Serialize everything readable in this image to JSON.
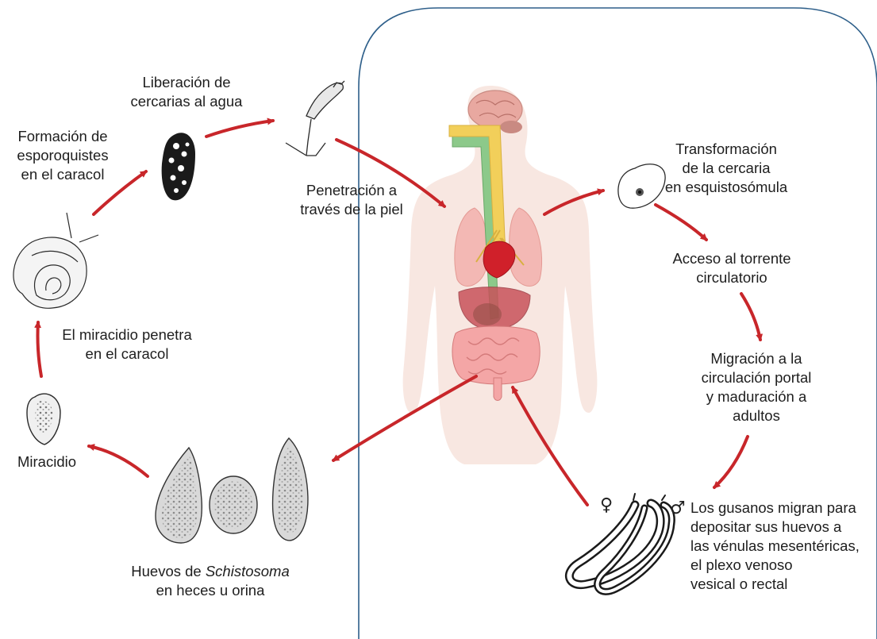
{
  "labels": {
    "sporocysts": [
      "Formación de",
      "esporoquistes",
      "en el caracol"
    ],
    "cercariae_release": [
      "Liberación de",
      "cercarias al agua"
    ],
    "skin_penetration": [
      "Penetración a",
      "través de la piel"
    ],
    "transformation": [
      "Transformación",
      "de la cercaria",
      "en esquistosómula"
    ],
    "bloodstream": [
      "Acceso al torrente",
      "circulatorio"
    ],
    "portal_migration": [
      "Migración a la",
      "circulación portal",
      "y maduración a",
      "adultos"
    ],
    "worms_migrate": [
      "Los gusanos migran para",
      "depositar sus huevos a",
      "las vénulas mesentéricas,",
      "el plexo venoso",
      "vesical o rectal"
    ],
    "miracidium_penetrates": [
      "El miracidio penetra",
      "en el caracol"
    ],
    "miracidium": "Miracidio",
    "eggs_prefix": "Huevos de ",
    "eggs_genus": "Schistosoma",
    "eggs_line2": "en heces u orina",
    "female_symbol": "♀",
    "male_symbol": "♂"
  },
  "colors": {
    "arrow": "#c8262a",
    "host_border": "#2e5f8a",
    "body_fill": "#f7e3dc",
    "lungs": "#f3b8b4",
    "heart": "#d0202a",
    "liver": "#c8525a",
    "intestine": "#f4a6a6",
    "brain": "#e8a8a0",
    "nerve": "#f2cf5a",
    "esophagus": "#8cc98a"
  },
  "icons": [
    "snail-icon",
    "sporocyst-icon",
    "cercaria-icon",
    "schistosomulum-icon",
    "miracidium-icon",
    "egg-icon",
    "adult-worms-icon",
    "human-body-icon"
  ]
}
